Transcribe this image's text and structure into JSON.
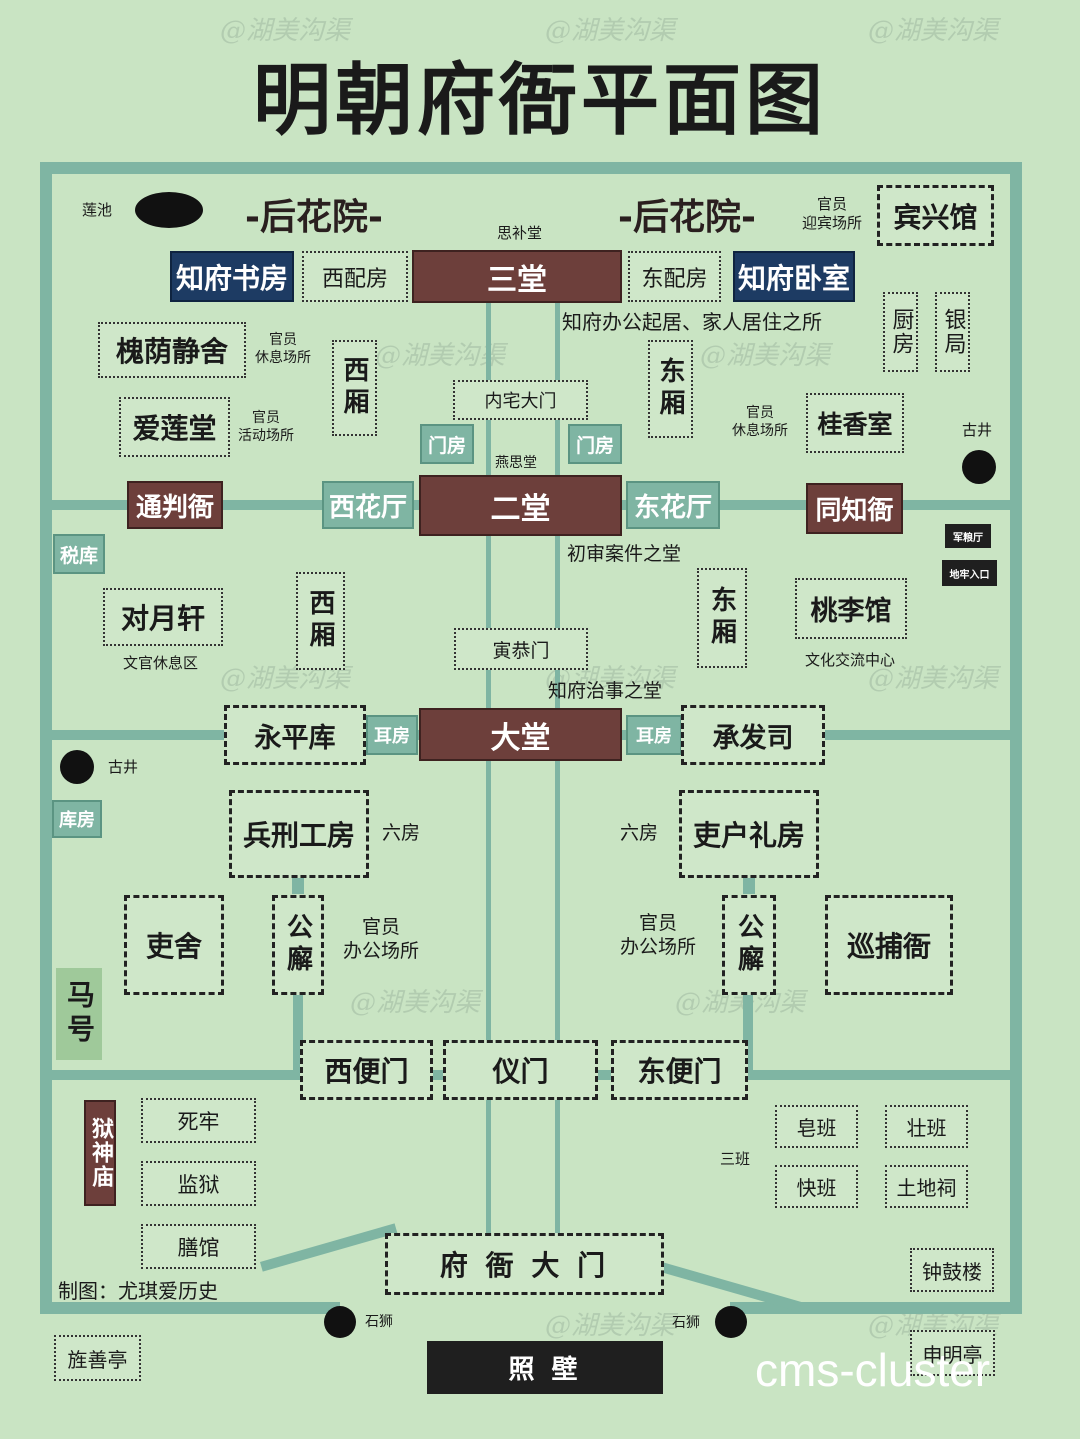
{
  "title": "明朝府衙平面图",
  "watermark": "@湖美沟渠",
  "credit": "制图：尤琪爱历史",
  "corner_text": "cms-cluster",
  "colors": {
    "background": "#c9e4c3",
    "wall": "#7fb5a3",
    "navy": "#1d3b63",
    "brown": "#6d3f3b",
    "teal": "#7fb5a3"
  },
  "back_garden": {
    "left": "-后花院-",
    "right": "-后花院-",
    "pond": "莲池"
  },
  "third_hall": {
    "name": "三堂",
    "caption_top": "思补堂",
    "caption_bottom": "知府办公起居、家人居住之所",
    "west_side": "西配房",
    "east_side": "东配房",
    "study": "知府书房",
    "bedroom": "知府卧室"
  },
  "guesthouse": {
    "name": "宾兴馆",
    "note": "官员\n迎宾场所"
  },
  "huaiyin": {
    "name": "槐荫静舍",
    "note": "官员\n休息场所"
  },
  "ailian": {
    "name": "爱莲堂",
    "note": "官员\n活动场所"
  },
  "guixiang": {
    "name": "桂香室",
    "note": "官员\n休息场所"
  },
  "kitchen": "厨房",
  "silver": "银局",
  "west_wing": "西厢",
  "east_wing": "东厢",
  "inner_gate": "内宅大门",
  "gatehouse": "门房",
  "second_hall": {
    "name": "二堂",
    "caption_top": "燕思堂",
    "caption_bottom": "初审案件之堂",
    "west_hall": "西花厅",
    "east_hall": "东花厅"
  },
  "tongpan": "通判衙",
  "tongzhi": "同知衙",
  "well": "古井",
  "junliang": "军粮厅",
  "dilao": "地牢入口",
  "shuiku": "税库",
  "duiyue": {
    "name": "对月轩",
    "note": "文官休息区"
  },
  "taoli": {
    "name": "桃李馆",
    "note": "文化交流中心"
  },
  "yingong": "寅恭门",
  "great_hall": {
    "name": "大堂",
    "caption": "知府治事之堂",
    "side": "耳房"
  },
  "yongping": "永平库",
  "chengfa": "承发司",
  "kufang": "库房",
  "liufang_label": "六房",
  "bingxing": "兵刑工房",
  "lihu": "吏户礼房",
  "gongxie": "公廨",
  "office_note": "官员\n办公场所",
  "lishe": "吏舍",
  "xunbu": "巡捕衙",
  "mahao": "马号",
  "gates": {
    "west": "西便门",
    "middle": "仪门",
    "east": "东便门"
  },
  "prison": {
    "temple": "狱神庙",
    "death": "死牢",
    "jail": "监狱",
    "food": "膳馆"
  },
  "sanban": {
    "label": "三班",
    "zao": "皂班",
    "zhuang": "壮班",
    "kuai": "快班",
    "tudi": "土地祠"
  },
  "bell": "钟鼓楼",
  "main_gate": "府 衙 大 门",
  "lion": "石狮",
  "jingshan": "旌善亭",
  "shenming": "申明亭",
  "screen": "照 壁"
}
